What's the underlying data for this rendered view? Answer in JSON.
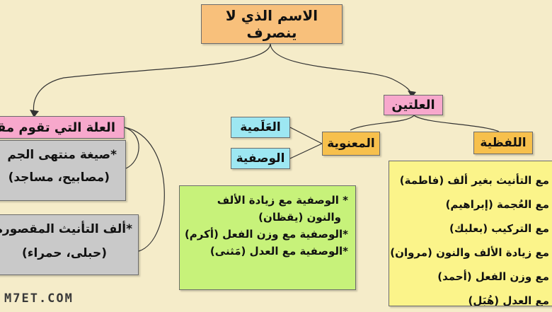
{
  "colors": {
    "background": "#f5ecc9",
    "title_box": "#f8c07b",
    "pink_box": "#f7a8cc",
    "orange_box": "#f7c04c",
    "cyan_box": "#9de7f2",
    "gray_box": "#c9c9c9",
    "green_box": "#c7f27a",
    "yellow_box": "#fbf48a"
  },
  "diagram": {
    "root": "الاسم الذي لا ينصرف",
    "two_causes": "العلتين",
    "one_cause": "العلة التي تقوم مقا",
    "verbal": "اللفظية",
    "semantic": "المعنوية",
    "proper_name": "العَلَمية",
    "descriptive": "الوصفية",
    "plural_form": {
      "title": "*صيغة منتهى الجم",
      "examples": "(مصابيح، مساجد)"
    },
    "feminine_alif": {
      "title": "*ألف التأنيث المقصورة أو",
      "examples": "(حبلى، حمراء)"
    },
    "descriptive_list": [
      "* الوصفية مع زيادة الألف",
      "والنون (يقظان)",
      "*الوصفية مع وزن الفعل (أكرم)",
      "*الوصفية مع العدل (مَثنى)"
    ],
    "proper_list": [
      "مع التأنيث بغير ألف (فاطمة)",
      "مع العُجمة (إبراهيم)",
      "مع التركيب (بعلبك)",
      "مع زيادة الألف والنون (مروان)",
      "مع وزن الفعل (أحمد)",
      "مع العدل (هُبَل)"
    ]
  },
  "watermark": "M7ET.COM"
}
